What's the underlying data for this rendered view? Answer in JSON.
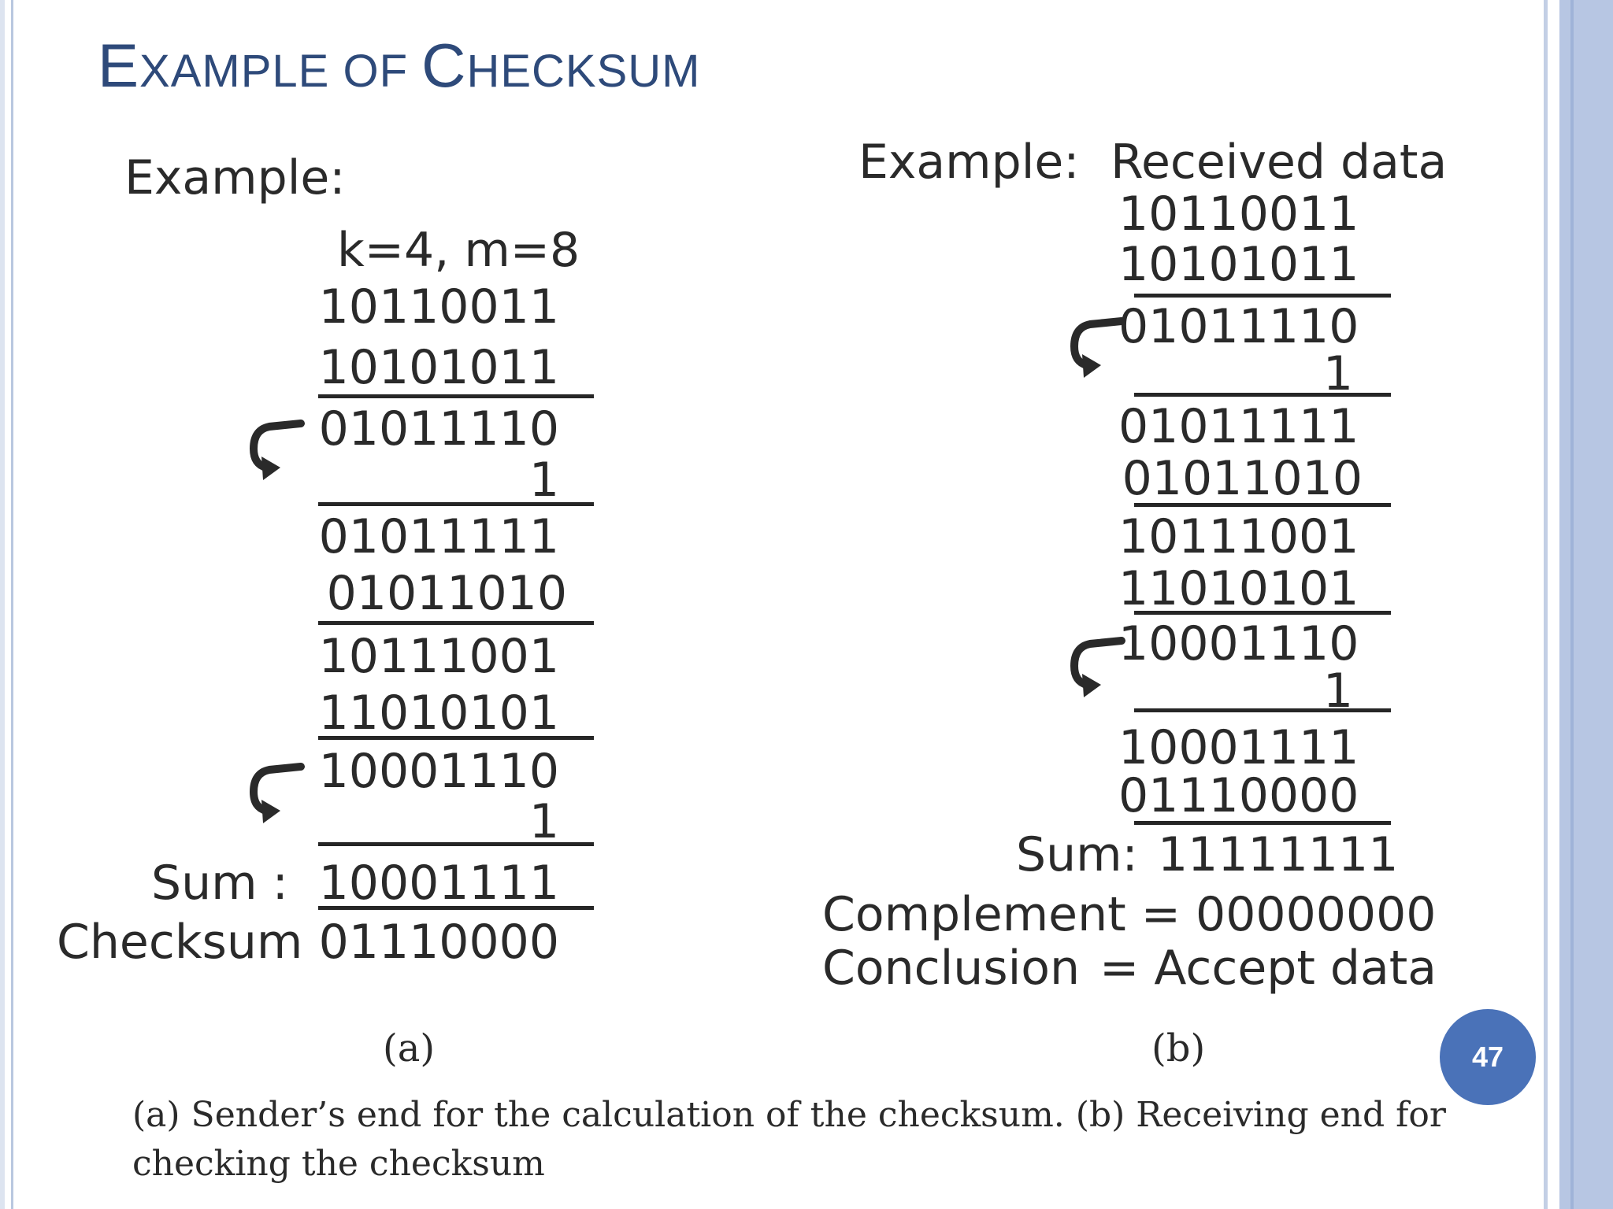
{
  "slide": {
    "title_cap1": "E",
    "title_rest1": "XAMPLE OF ",
    "title_cap2": "C",
    "title_rest2": "HECKSUM",
    "page_number": "47"
  },
  "sender": {
    "heading": "Example:",
    "params": "k=4,   m=8",
    "words": [
      "10110011",
      "10101011",
      "01011110",
      "1",
      "01011111",
      "01011010",
      "10111001",
      "11010101",
      "10001110",
      "1"
    ],
    "sum_label": "Sum :",
    "sum_value": "10001111",
    "checksum_label": "Checksum",
    "checksum_value": "01110000",
    "panel_label": "(a)"
  },
  "receiver": {
    "heading": "Example:",
    "subheading": "Received data",
    "words": [
      "10110011",
      "10101011",
      "01011110",
      "1",
      "01011111",
      "01011010",
      "10111001",
      "11010101",
      "10001110",
      "1",
      "10001111",
      "01110000"
    ],
    "sum_label": "Sum:",
    "sum_value": "11111111",
    "complement": "Complement = 00000000",
    "conclusion_label": "Conclusion",
    "conclusion_value": "= Accept data",
    "panel_label": "(b)"
  },
  "caption": {
    "line1": "(a) Sender’s end for the calculation of the checksum. (b) Receiving end for",
    "line2": "checking the checksum"
  }
}
